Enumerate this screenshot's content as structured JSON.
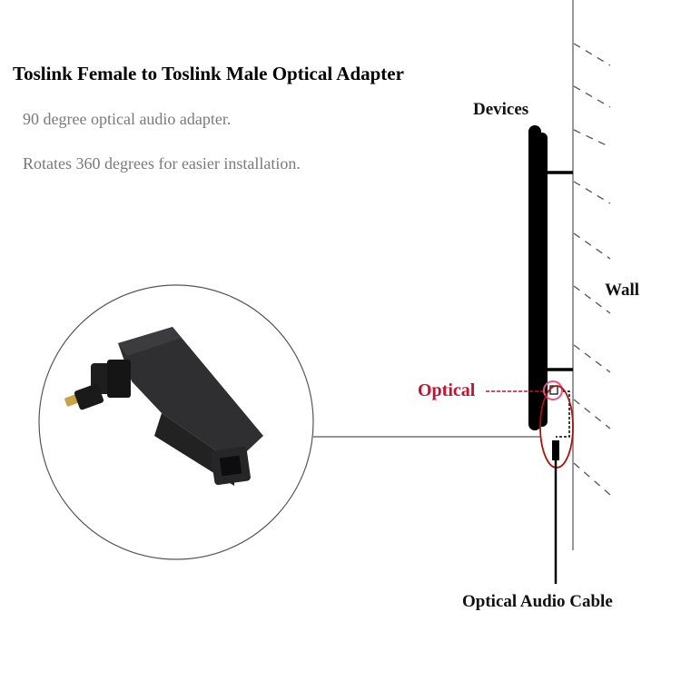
{
  "title": "Toslink Female to Toslink Male Optical Adapter",
  "features": [
    "90 degree optical audio adapter.",
    "Rotates 360 degrees for easier installation."
  ],
  "diagram": {
    "labels": {
      "devices": "Devices",
      "wall": "Wall",
      "optical": "Optical",
      "cable": "Optical Audio Cable"
    },
    "colors": {
      "optical_label": "#c8102e",
      "highlight_circle": "#e75480",
      "cable_ellipse": "#b01010"
    }
  },
  "product_photo": {
    "subject": "black 90-degree Toslink adapter with gold tip"
  }
}
